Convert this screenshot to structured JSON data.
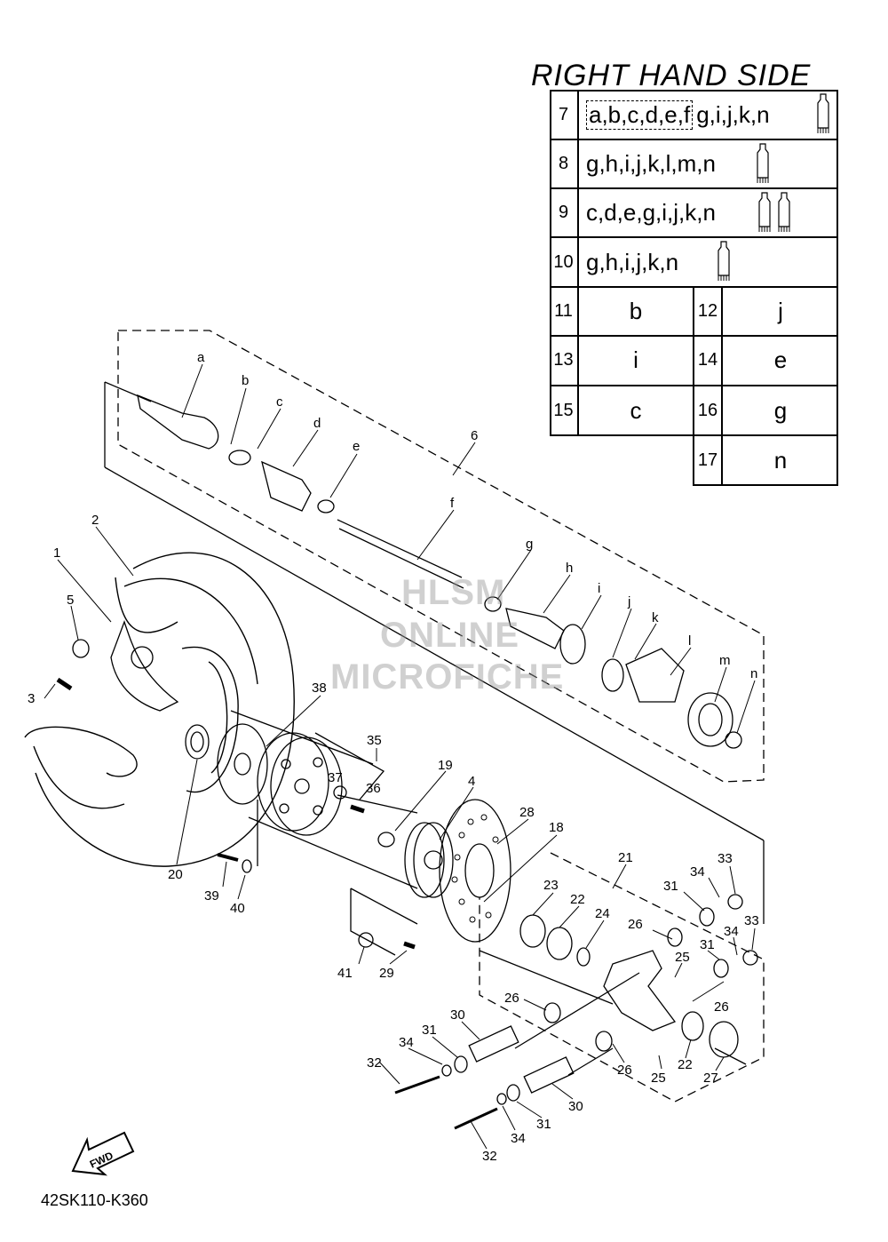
{
  "title": "RIGHT HAND SIDE",
  "table": {
    "wide_rows": [
      {
        "num": "7",
        "parts": "a,b,c,d,e,f g,i,j,k,n",
        "boxed": "a,b,c,d,e,f",
        "rest": "g,i,j,k,n",
        "tubes": 1
      },
      {
        "num": "8",
        "parts": "g,h,i,j,k,l,m,n",
        "tubes": 1
      },
      {
        "num": "9",
        "parts": "c,d,e,g,i,j,k,n",
        "tubes": 2
      },
      {
        "num": "10",
        "parts": "g,h,i,j,k,n",
        "tubes": 1
      }
    ],
    "pair_rows": [
      {
        "num_left": "11",
        "val_left": "b",
        "num_right": "12",
        "val_right": "j"
      },
      {
        "num_left": "13",
        "val_left": "i",
        "num_right": "14",
        "val_right": "e"
      },
      {
        "num_left": "15",
        "val_left": "c",
        "num_right": "16",
        "val_right": "g"
      },
      {
        "num_left": "",
        "val_left": "",
        "num_right": "17",
        "val_right": "n"
      }
    ]
  },
  "callouts": {
    "letters": [
      "a",
      "b",
      "c",
      "d",
      "e",
      "f",
      "g",
      "h",
      "i",
      "j",
      "k",
      "l",
      "m",
      "n"
    ],
    "numbers": [
      "1",
      "2",
      "3",
      "4",
      "5",
      "6",
      "18",
      "19",
      "20",
      "21",
      "22",
      "23",
      "24",
      "25",
      "26",
      "27",
      "28",
      "29",
      "30",
      "31",
      "32",
      "33",
      "34",
      "35",
      "36",
      "37",
      "38",
      "39",
      "40",
      "41"
    ]
  },
  "watermark": [
    "HLSM",
    "ONLINE",
    "MICROFICHE"
  ],
  "fwd_label": "FWD",
  "footer_code": "42SK110-K360"
}
